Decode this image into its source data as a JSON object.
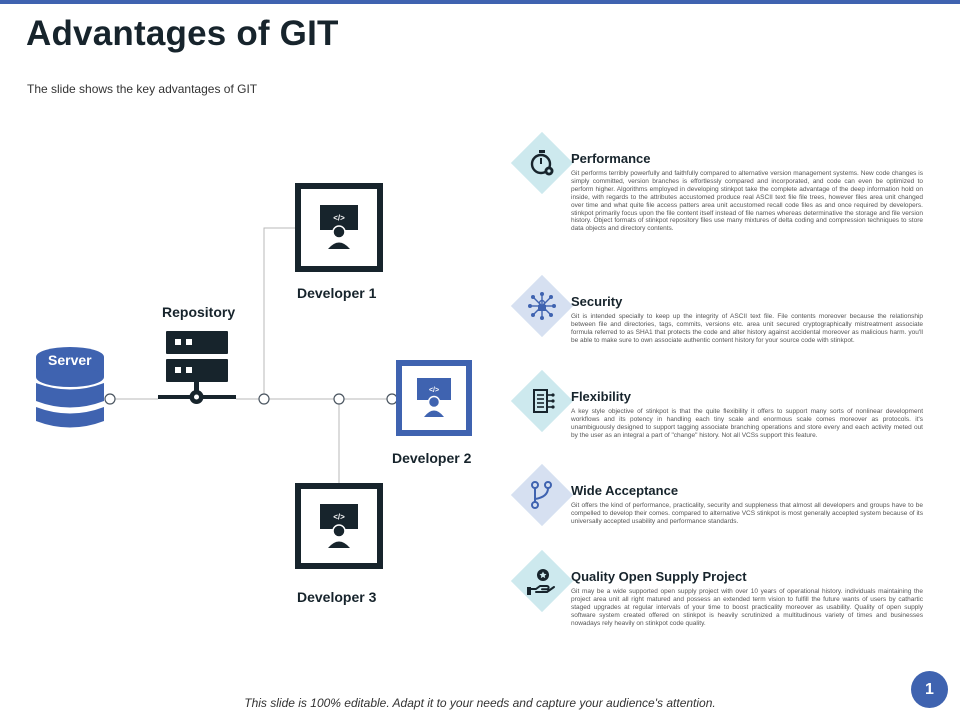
{
  "slide": {
    "title": "Advantages of GIT",
    "subtitle": "The slide shows the key advantages of GIT",
    "footer": "This slide is 100% editable. Adapt it to your needs and capture your audience's attention.",
    "page_number": "1"
  },
  "colors": {
    "accent_blue": "#3f63b0",
    "dark_navy": "#17242c",
    "light_teal": "#cde9ee",
    "light_blue": "#d6e0f1"
  },
  "diagram": {
    "server_label": "Server",
    "repository_label": "Repository",
    "developer_1_label": "Developer 1",
    "developer_2_label": "Developer 2",
    "developer_3_label": "Developer 3",
    "code_tag": "</>"
  },
  "advantages": [
    {
      "title": "Performance",
      "icon": "stopwatch-gear-icon",
      "text": "Git performs terribly powerfully and faithfully compared to alternative version management systems. New code changes is simply committed, version branches is effortlessly compared and incorporated, and code can even be optimized to perform higher. Algorithms employed in developing stinkpot take the complete advantage of the deep information hold on inside, with regards to the attributes accustomed produce real ASCII text file file trees, however files area unit changed over time and what quite file access patters area unit accustomed recall code files as and once required by developers. stinkpot primarily focus upon the file content itself instead of file names whereas determinative the storage and file version history. Object formats of stinkpot repository files use many mixtures of delta coding and compression techniques to store data objects and directory contents."
    },
    {
      "title": "Security",
      "icon": "network-lock-icon",
      "text": "Git is intended specially to keep up the integrity of ASCII text file. File contents moreover because the relationship between file and directories, tags, commits, versions etc. area unit secured cryptographically mistreatment associate formula referred to as SHA1 that protects the code and alter history against accidental moreover as malicious harm. you'll be able to make sure to own associate authentic content history for your source code with stinkpot."
    },
    {
      "title": "Flexibility",
      "icon": "flexibility-chip-icon",
      "text": "A key style objective of stinkpot is that the quite flexibility it offers to support many sorts of nonlinear development workflows and its potency in handling each tiny scale and enormous scale comes moreover as protocols. it's unambiguously designed to support tagging associate branching operations and store every and each activity meted out by the user as an integral a part of \"change\" history. Not all VCSs support this feature."
    },
    {
      "title": "Wide Acceptance",
      "icon": "git-branch-icon",
      "text": "Git offers the kind of performance, practicality, security and suppleness that almost all developers and groups have to be compelled to develop their comes. compared to alternative VCS stinkpot is most generally accepted system because of its universally accepted usability and performance standards."
    },
    {
      "title": "Quality Open Supply Project",
      "icon": "hand-award-icon",
      "text": "Git may be a wide supported open supply project with over 10 years of operational history. individuals maintaining the project area unit all right matured and possess an extended term vision to fulfill the future wants of users by cathartic staged upgrades at regular intervals of your time to boost practicality moreover as usability. Quality of open supply software system created offered on stinkpot is heavily scrutinized a multitudinous variety of times and businesses nowadays rely heavily on stinkpot code quality."
    }
  ]
}
